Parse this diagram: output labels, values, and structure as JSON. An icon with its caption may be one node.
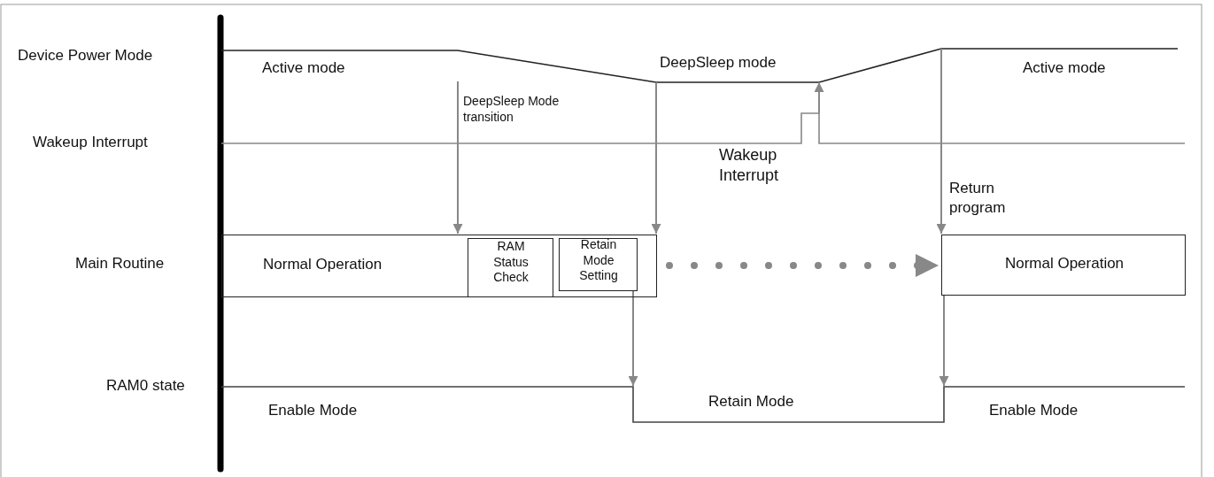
{
  "diagram": {
    "nodes": [
      {
        "text": [
          "Normal Operation"
        ]
      },
      {
        "text": [
          "RAM Status Check"
        ],
        "in": 0
      },
      {
        "text": [
          "Retain Mode Setting"
        ],
        "in": 0
      },
      {
        "text": [
          "Normal Operation"
        ]
      },
      {
        "text": [],
        "shape": "waveform"
      }
    ],
    "edges": [
      {
        "from": null,
        "to": 0,
        "arrow": "to"
      },
      {
        "from": null,
        "to": 0,
        "arrow": "to"
      },
      {
        "from": null,
        "to": 3,
        "arrow": "to"
      },
      {
        "from": 0,
        "to": 3,
        "arrow": "to",
        "style": "dashed"
      },
      {
        "from": 2,
        "to": 4,
        "arrow": "to"
      },
      {
        "from": 3,
        "to": 4,
        "arrow": "to"
      }
    ],
    "labels": [
      "Device Power Mode",
      "Active mode",
      "DeepSleep mode",
      "Active mode",
      "DeepSleep Mode transition",
      "Wakeup Interrupt",
      "Wakeup Interrupt",
      "Return program",
      "Main Routine",
      "RAM0 state",
      "Enable Mode",
      "Retain Mode",
      "Enable Mode"
    ]
  }
}
